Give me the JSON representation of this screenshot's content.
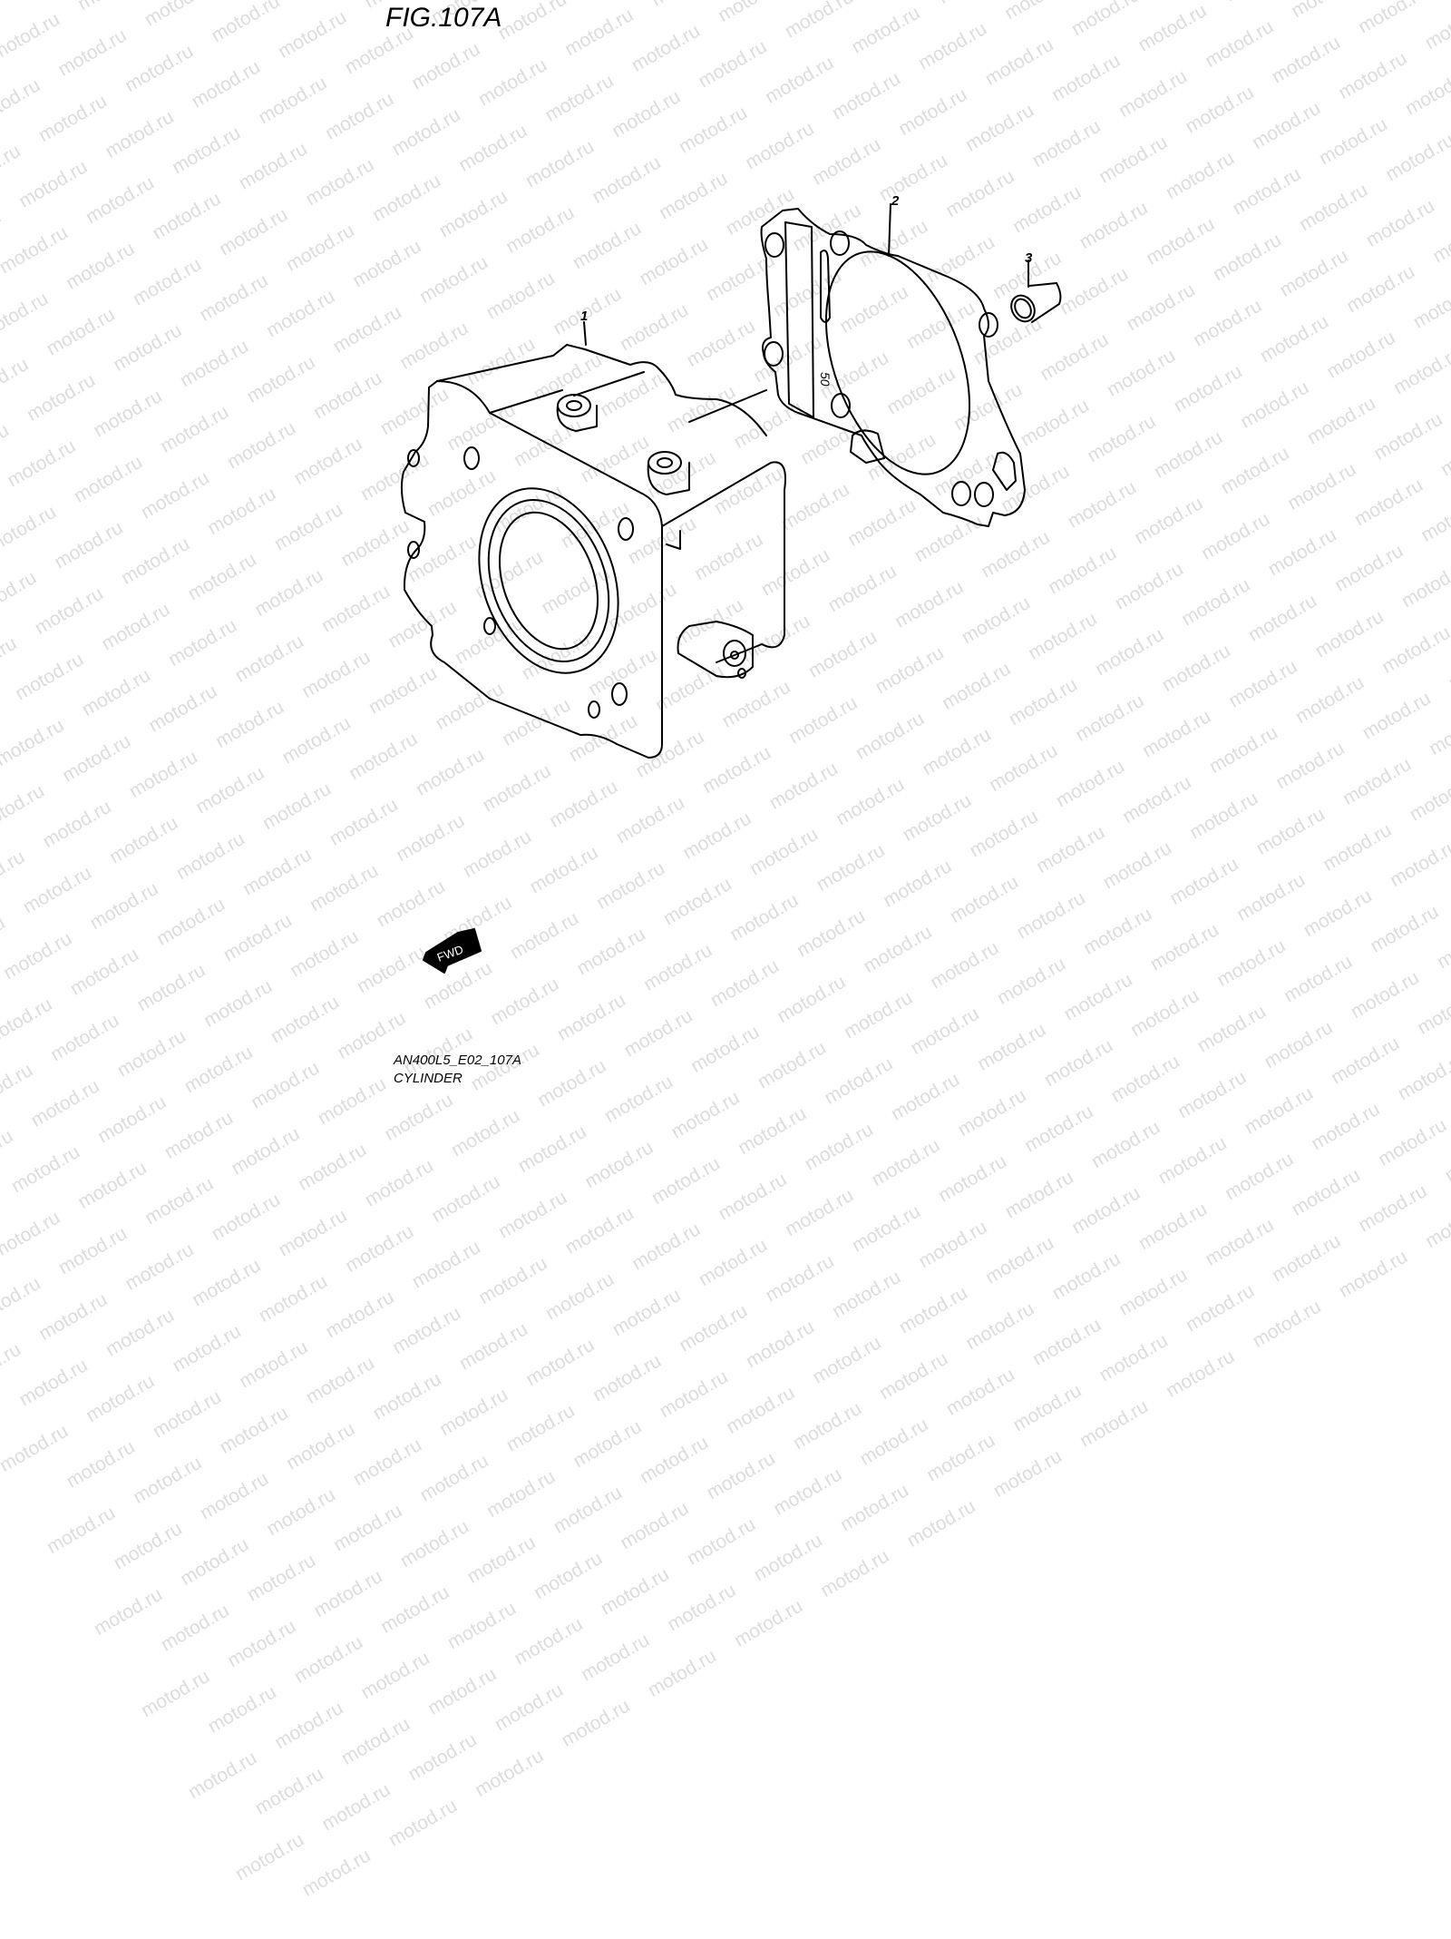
{
  "figure": {
    "title": "FIG.107A",
    "code": "AN400L5_E02_107A",
    "name": "CYLINDER"
  },
  "watermark": {
    "text": "motod.ru"
  },
  "callouts": [
    {
      "number": "1",
      "part": "cylinder"
    },
    {
      "number": "2",
      "part": "cylinder-gasket"
    },
    {
      "number": "3",
      "part": "dowel-pin"
    }
  ],
  "fwd_indicator": {
    "label": "FWD"
  },
  "gasket_marking": "50"
}
